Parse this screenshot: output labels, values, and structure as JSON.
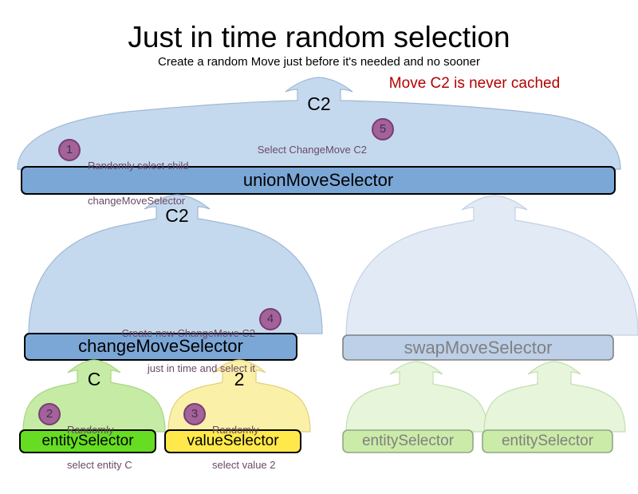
{
  "page": {
    "title": "Just in time random selection",
    "subtitle": "Create a random Move just before it's needed and no sooner",
    "warning": "Move C2 is never cached"
  },
  "colors": {
    "background": "#ffffff",
    "title_text": "#000000",
    "warning_text": "#B40000",
    "union_box_fill": "#7BA7D7",
    "union_box_stroke": "#000000",
    "union_arrow_fill": "#C5D9EE",
    "union_arrow_stroke": "#9FB8D4",
    "change_box_fill": "#7BA7D7",
    "change_arrow_fill": "#C5D9EE",
    "swap_box_fill": "#BDD0E8",
    "swap_box_stroke": "#808080",
    "swap_arrow_fill": "#E2EAF5",
    "swap_arrow_stroke": "#C3D1E4",
    "entity_box_fill": "#66DD22",
    "entity_box_stroke": "#000000",
    "entity_arrow_fill": "#C6EBA4",
    "entity_arrow_stroke": "#A8D487",
    "value_box_fill": "#FFE94A",
    "value_box_stroke": "#000000",
    "value_arrow_fill": "#FBF0A8",
    "value_arrow_stroke": "#E0D07A",
    "dim_entity_box_fill": "#CBEBA8",
    "dim_entity_box_stroke": "#8FA884",
    "dim_entity_arrow_fill": "#E7F5DA",
    "dim_text": "#808080",
    "badge_fill": "#A2639B",
    "badge_stroke": "#7A3D72",
    "badge_text": "#4C2B4A",
    "annotation_text": "#6B4A68"
  },
  "boxes": {
    "union_move_selector": {
      "label": "unionMoveSelector",
      "dimmed": false
    },
    "change_move_selector": {
      "label": "changeMoveSelector",
      "dimmed": false
    },
    "swap_move_selector": {
      "label": "swapMoveSelector",
      "dimmed": true
    },
    "entity_selector": {
      "label": "entitySelector",
      "dimmed": false
    },
    "value_selector": {
      "label": "valueSelector",
      "dimmed": false
    },
    "swap_entity_selector_left": {
      "label": "entitySelector",
      "dimmed": true
    },
    "swap_entity_selector_right": {
      "label": "entitySelector",
      "dimmed": true
    }
  },
  "arrow_labels": {
    "union_out": "C2",
    "change_out": "C2",
    "entity_out": "C",
    "value_out": "2"
  },
  "steps": [
    {
      "number": "1",
      "lines": [
        "Randomly select child",
        "changeMoveSelector"
      ],
      "align": "left",
      "attached_to": "union-move-selector-arrow"
    },
    {
      "number": "2",
      "lines": [
        "Randomly",
        "select entity C"
      ],
      "align": "left",
      "attached_to": "entity-selector-arrow"
    },
    {
      "number": "3",
      "lines": [
        "Randomly",
        "select value 2"
      ],
      "align": "left",
      "attached_to": "value-selector-arrow"
    },
    {
      "number": "4",
      "lines": [
        "Create new ChangeMove C2",
        "just in time and select it"
      ],
      "align": "right",
      "attached_to": "change-move-selector-arrow"
    },
    {
      "number": "5",
      "lines": [
        "Select ChangeMove C2"
      ],
      "align": "right",
      "attached_to": "union-move-selector-arrow"
    }
  ]
}
